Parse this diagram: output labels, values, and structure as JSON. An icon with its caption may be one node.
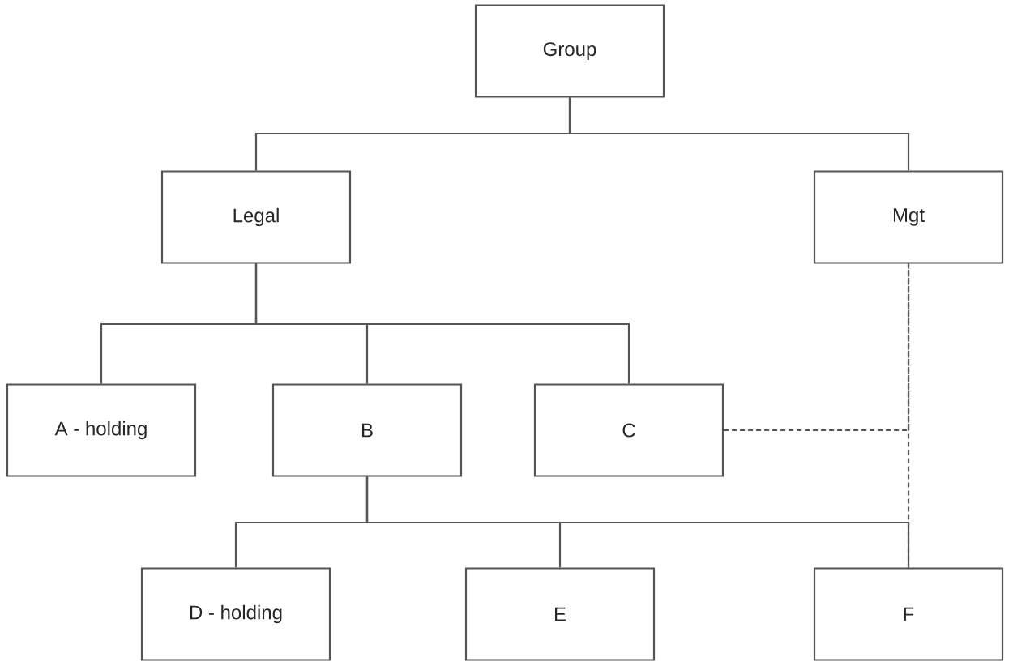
{
  "diagram": {
    "nodes": [
      {
        "text": [
          "Group"
        ]
      },
      {
        "text": [
          "Legal"
        ]
      },
      {
        "text": [
          "Mgt"
        ]
      },
      {
        "text": [
          "A - holding"
        ]
      },
      {
        "text": [
          "B"
        ]
      },
      {
        "text": [
          "C"
        ]
      },
      {
        "text": [
          "D - holding"
        ]
      },
      {
        "text": [
          "E"
        ]
      },
      {
        "text": [
          "F"
        ]
      }
    ],
    "edges": [
      {
        "from": 0,
        "to": 1,
        "arrow": "none"
      },
      {
        "from": 0,
        "to": 2,
        "arrow": "none"
      },
      {
        "from": 1,
        "to": 3,
        "arrow": "none"
      },
      {
        "from": 1,
        "to": 4,
        "arrow": "none"
      },
      {
        "from": 1,
        "to": 5,
        "arrow": "none"
      },
      {
        "from": 4,
        "to": 6,
        "arrow": "none"
      },
      {
        "from": 4,
        "to": 7,
        "arrow": "none"
      },
      {
        "from": 4,
        "to": 8,
        "arrow": "none"
      },
      {
        "from": 2,
        "to": 8,
        "arrow": "none",
        "style": "dashed"
      },
      {
        "from": 5,
        "to": 2,
        "arrow": "none",
        "style": "dashed"
      }
    ]
  }
}
